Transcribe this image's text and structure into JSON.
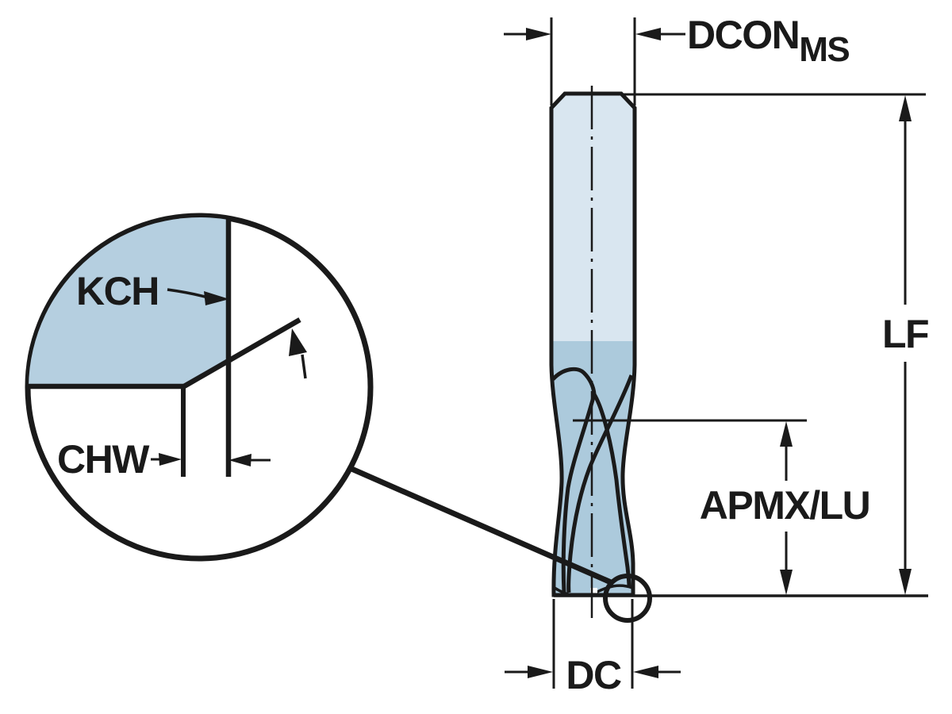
{
  "drawing": {
    "labels": {
      "dcon": "DCON",
      "dcon_sub": "MS",
      "lf": "LF",
      "apmx_lu": "APMX/LU",
      "dc": "DC",
      "kch": "KCH",
      "chw": "CHW"
    },
    "colors": {
      "outline": "#1a1a1a",
      "shank_fill": "#d9e6f0",
      "flute_fill": "#accadc",
      "detail_fill": "#b5cfe0",
      "background": "#ffffff"
    }
  }
}
